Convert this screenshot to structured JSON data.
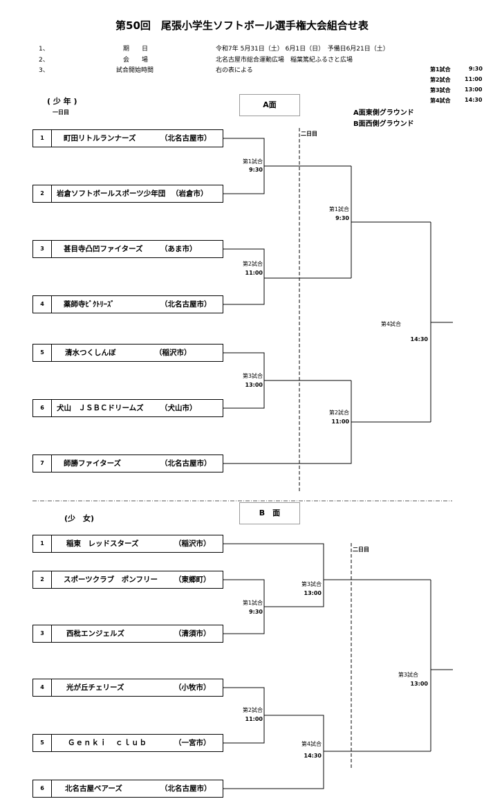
{
  "title": "第50回　尾張小学生ソフトボール選手権大会組合せ表",
  "info": [
    {
      "num": "1、",
      "label": "期　　日",
      "value": "令和7年 5月31日（土） 6月1日（日）　予備日6月21日（土）"
    },
    {
      "num": "2、",
      "label": "会　　場",
      "value": "北名古屋市総合運動広場　稲葉篤紀ふるさと広場"
    },
    {
      "num": "3、",
      "label": "試合開始時間",
      "value": "右の表による"
    }
  ],
  "schedule": [
    {
      "game": "第1試合",
      "time": "9:30"
    },
    {
      "game": "第2試合",
      "time": "11:00"
    },
    {
      "game": "第3試合",
      "time": "13:00"
    },
    {
      "game": "第4試合",
      "time": "14:30"
    }
  ],
  "grounds": [
    "A面東側グラウンド",
    "B面西側グラウンド"
  ],
  "boys": {
    "header": "( 少 年 )",
    "day1": "一日目",
    "day2": "二日目",
    "face": "A面",
    "teams": [
      {
        "num": "1",
        "name": "町田リトルランナーズ",
        "city": "（北名古屋市）"
      },
      {
        "num": "2",
        "name": "岩倉ソフトボールスポーツ少年団",
        "city": "（岩倉市）"
      },
      {
        "num": "3",
        "name": "甚目寺凸凹ファイターズ",
        "city": "（あま市）"
      },
      {
        "num": "4",
        "name": "薬師寺ﾋﾞｸﾄﾘｰｽﾞ",
        "city": "（北名古屋市）"
      },
      {
        "num": "5",
        "name": "清水つくしんぼ",
        "city": "（稲沢市）"
      },
      {
        "num": "6",
        "name": "犬山　ＪＳＢＣドリームズ",
        "city": "（犬山市）"
      },
      {
        "num": "7",
        "name": "師勝ファイターズ",
        "city": "（北名古屋市）"
      }
    ],
    "matches": [
      {
        "label": "第1試合",
        "time": "9:30"
      },
      {
        "label": "第2試合",
        "time": "11:00"
      },
      {
        "label": "第3試合",
        "time": "13:00"
      },
      {
        "label": "第1試合",
        "time": "9:30"
      },
      {
        "label": "第2試合",
        "time": "11:00"
      },
      {
        "label": "第4試合",
        "time": "14:30"
      }
    ]
  },
  "girls": {
    "header": "(少　女)",
    "day2": "二日目",
    "face": "B　面",
    "teams": [
      {
        "num": "1",
        "name": "稲東　レッドスターズ",
        "city": "（稲沢市）"
      },
      {
        "num": "2",
        "name": "スポーツクラブ　ポンフリー",
        "city": "（東郷町）"
      },
      {
        "num": "3",
        "name": "西枇エンジェルズ",
        "city": "（清須市）"
      },
      {
        "num": "4",
        "name": "光が丘チェリーズ",
        "city": "（小牧市）"
      },
      {
        "num": "5",
        "name": "Ｇｅｎｋｉ　ｃｌｕｂ",
        "city": "（一宮市）"
      },
      {
        "num": "6",
        "name": "北名古屋ベアーズ",
        "city": "（北名古屋市）"
      }
    ],
    "matches": [
      {
        "label": "第1試合",
        "time": "9:30"
      },
      {
        "label": "第2試合",
        "time": "11:00"
      },
      {
        "label": "第3試合",
        "time": "13:00"
      },
      {
        "label": "第4試合",
        "time": "14:30"
      },
      {
        "label": "第3試合",
        "time": "13:00"
      }
    ]
  }
}
